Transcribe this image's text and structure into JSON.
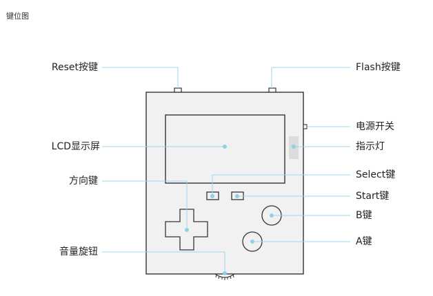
{
  "page": {
    "title": "键位图"
  },
  "colors": {
    "callout_line": "#9fd8ec",
    "callout_dot": "#8fd0e8",
    "device_fill": "#f1f1f1",
    "device_stroke": "#333333",
    "indicator_fill": "#dcdcdc",
    "text": "#222222"
  },
  "labels": {
    "reset": "Reset按键",
    "flash": "Flash按键",
    "power": "电源开关",
    "lcd": "LCD显示屏",
    "indicator": "指示灯",
    "dpad": "方向键",
    "select": "Select键",
    "start": "Start键",
    "b_button": "B键",
    "a_button": "A键",
    "volume": "音量旋钮"
  }
}
